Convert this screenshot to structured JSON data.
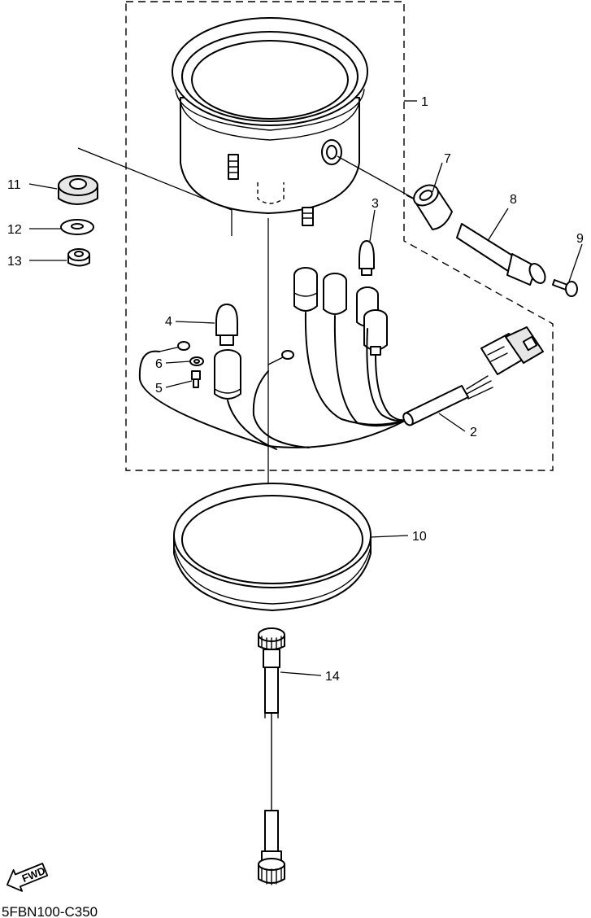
{
  "diagram": {
    "code": "5FBN100-C350",
    "direction_badge": "FWD",
    "callouts": [
      "1",
      "2",
      "3",
      "4",
      "5",
      "6",
      "7",
      "8",
      "9",
      "10",
      "11",
      "12",
      "13",
      "14"
    ]
  }
}
